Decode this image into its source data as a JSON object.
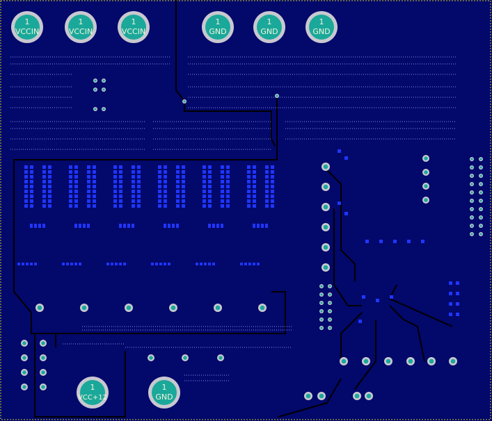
{
  "colors": {
    "board": "#03086b",
    "trace": "#000000",
    "dots": "#6a74c8",
    "pad_ring": "#c8c8d0",
    "pad_core": "#1aa89a",
    "pad_text": "#f5f5dc",
    "smd": "#1f36ff",
    "outline": "#c8c820"
  },
  "terminals": [
    {
      "pin": "1",
      "net": "VCCIN"
    },
    {
      "pin": "1",
      "net": "VCCIN"
    },
    {
      "pin": "1",
      "net": "VCCIN"
    },
    {
      "pin": "1",
      "net": "GND"
    },
    {
      "pin": "1",
      "net": "GND"
    },
    {
      "pin": "1",
      "net": "GND"
    },
    {
      "pin": "1",
      "net": "VCC+12"
    },
    {
      "pin": "1",
      "net": "GND"
    }
  ]
}
